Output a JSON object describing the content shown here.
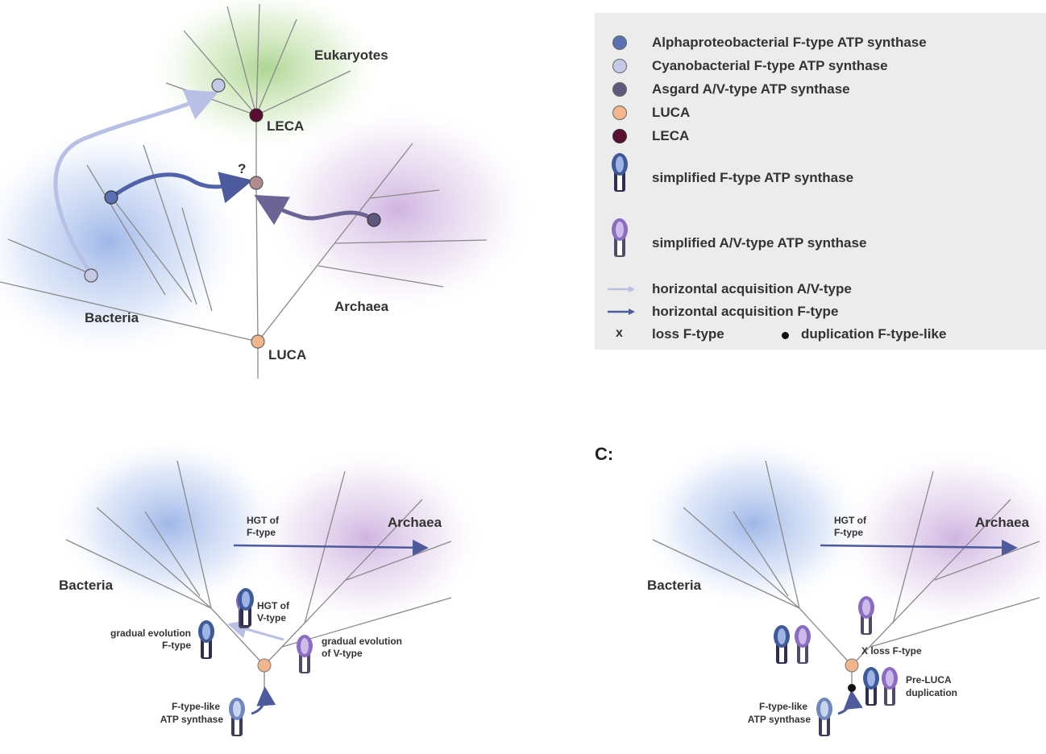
{
  "colors": {
    "alpha": "#5a70b0",
    "cyano": "#c4cae6",
    "asgard": "#5e5a7e",
    "luca": "#f2b68c",
    "leca": "#5a0e32",
    "mystery": "#b08c8c",
    "bacteria_cloud": "#7f9fe0",
    "archaea_cloud": "#c09bd6",
    "euk_cloud": "#9fce7e",
    "light_arrow": "#b9c0e6",
    "dark_arrow": "#4d5a9c",
    "asgard_arrow": "#6d6496"
  },
  "panel_a": {
    "eukaryotes": "Eukaryotes",
    "leca": "LECA",
    "question": "?",
    "bacteria": "Bacteria",
    "archaea": "Archaea",
    "luca": "LUCA"
  },
  "legend": {
    "alpha": "Alphaproteobacterial F-type ATP synthase",
    "cyano": "Cyanobacterial F-type ATP synthase",
    "asgard": "Asgard A/V-type ATP synthase",
    "luca": "LUCA",
    "leca": "LECA",
    "simplified_f": "simplified F-type ATP synthase",
    "simplified_av": "simplified A/V-type ATP synthase",
    "horiz_av": "horizontal acquisition A/V-type",
    "horiz_f": "horizontal acquisition F-type",
    "loss_symbol": "x",
    "loss": "loss F-type",
    "dup": "duplication F-type-like"
  },
  "panel_b": {
    "bacteria": "Bacteria",
    "archaea": "Archaea",
    "hgt_f_1": "HGT of",
    "hgt_f_2": "F-type",
    "hgt_v_1": "HGT of",
    "hgt_v_2": "V-type",
    "grad_f_1": "gradual evolution",
    "grad_f_2": "F-type",
    "grad_v_1": "gradual evolution",
    "grad_v_2": "of V-type",
    "ftl_1": "F-type-like",
    "ftl_2": "ATP synthase"
  },
  "panel_c": {
    "label": "C:",
    "bacteria": "Bacteria",
    "archaea": "Archaea",
    "hgt_f_1": "HGT of",
    "hgt_f_2": "F-type",
    "loss": "X loss F-type",
    "pre_1": "Pre-LUCA",
    "pre_2": "duplication",
    "ftl_1": "F-type-like",
    "ftl_2": "ATP synthase"
  }
}
